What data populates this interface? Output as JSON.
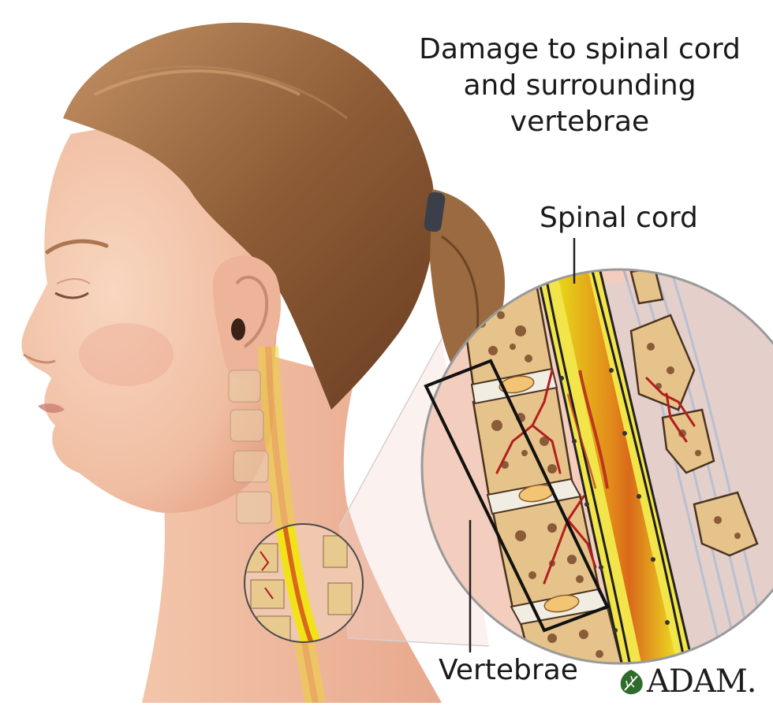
{
  "title_lines": [
    "Damage to spinal cord",
    "and surrounding",
    "vertebrae"
  ],
  "labels": {
    "spinal_cord": "Spinal cord",
    "vertebrae": "Vertebrae"
  },
  "logo": {
    "text": "ADAM.",
    "icon": "leaf-icon"
  },
  "colors": {
    "skin": "#f2c2a6",
    "hair": "#8a5a36",
    "cord_yellow": "#f2e21a",
    "bone": "#e8c98e",
    "blood": "#b21e1e"
  }
}
